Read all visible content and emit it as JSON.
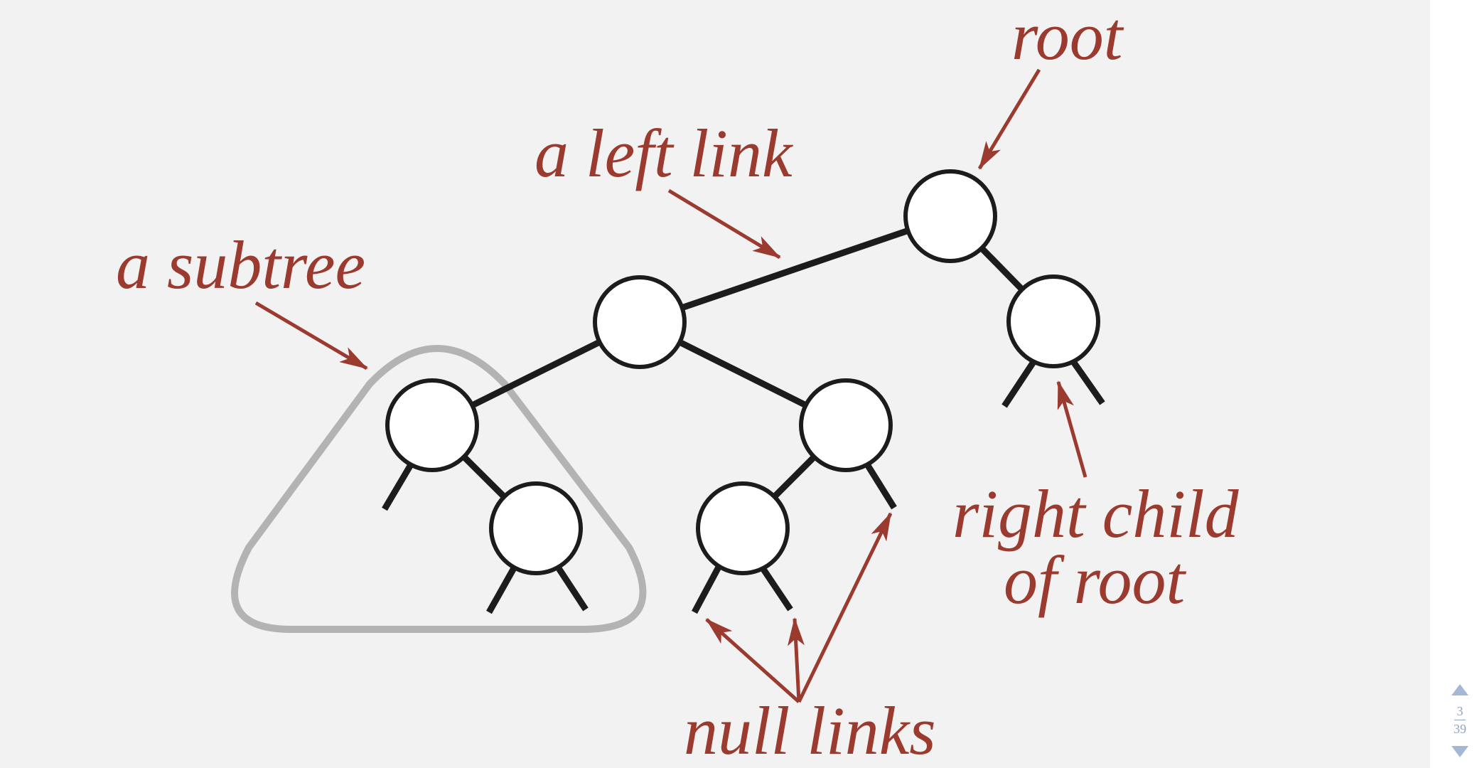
{
  "labels": {
    "root": "root",
    "left_link": "a left link",
    "subtree": "a subtree",
    "right_child_line1": "right child",
    "right_child_line2": "of root",
    "null_links": "null links"
  },
  "pager": {
    "current": "3",
    "total": "39"
  },
  "colors": {
    "background": "#f2f2f2",
    "annotation": "#9b3a2f",
    "node_fill": "#ffffff",
    "edge": "#1c1c1c",
    "subtree_outline": "#b3b3b3",
    "pager": "#a6b7d6"
  }
}
